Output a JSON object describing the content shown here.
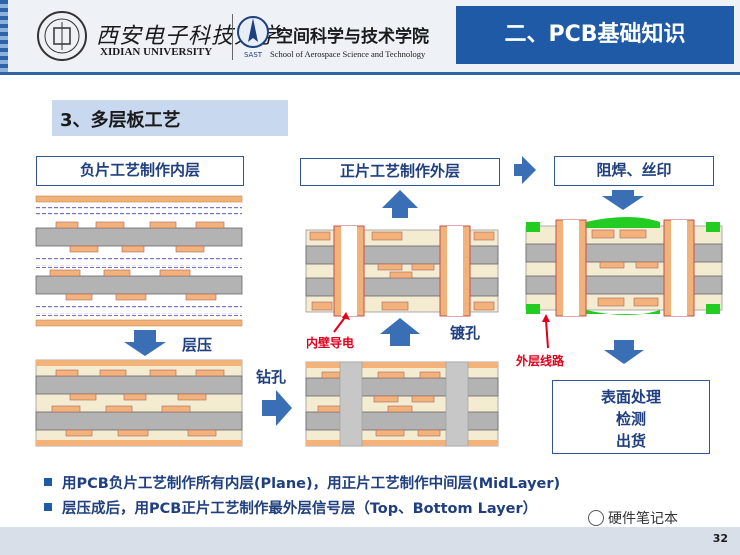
{
  "header": {
    "university_cn": "西安电子科技大学",
    "university_en": "XIDIAN UNIVERSITY",
    "school_cn": "空间科学与技术学院",
    "school_en": "School of Aerospace Science and Technology",
    "school_logo_text": "SAST",
    "title": "二、PCB基础知识"
  },
  "section_title": "3、多层板工艺",
  "diagram": {
    "box_inner": "负片工艺制作内层",
    "box_outer": "正片工艺制作外层",
    "box_mask": "阻焊、丝印",
    "label_laminate": "层压",
    "label_drill": "钻孔",
    "label_plating": "镀孔",
    "label_inner_wall": "内壁导电",
    "label_outer_trace": "外层线路",
    "finish_lines": [
      "表面处理",
      "检测",
      "出货"
    ]
  },
  "bullets": [
    "用PCB负片工艺制作所有内层(Plane)，用正片工艺制作中间层(MidLayer)",
    "层压成后，用PCB正片工艺制作最外层信号层（Top、Bottom Layer）"
  ],
  "watermark": "硬件笔记本",
  "page_number": "32",
  "colors": {
    "primary_blue": "#1f5aa6",
    "board_gray": "#b3b3b3",
    "copper": "#f2b27a",
    "dielectric": "#f4ecd0",
    "solder_mask": "#22cc22",
    "arrow_blue": "#3a6fb5",
    "annotation_red": "#e0001a"
  }
}
